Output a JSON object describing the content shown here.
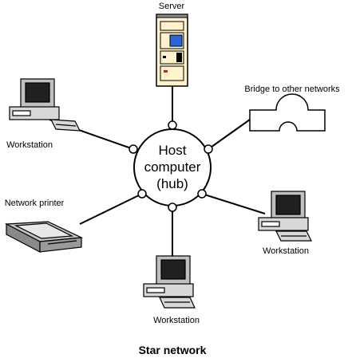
{
  "diagram": {
    "title": "Star network",
    "hub": {
      "lines": [
        "Host",
        "computer",
        "(hub)"
      ]
    },
    "nodes": {
      "server": "Server",
      "bridge": "Bridge to other networks",
      "workstation_top_left": "Workstation",
      "network_printer": "Network printer",
      "workstation_bottom": "Workstation",
      "workstation_right": "Workstation"
    },
    "colors": {
      "line": "#000000",
      "server_body": "#fff2cc",
      "server_blue": "#2b64d8",
      "server_red": "#d21b1b",
      "monitor_gray": "#c0c0c0",
      "screen_dark": "#202020",
      "printer_gray": "#9a9a9a"
    }
  }
}
